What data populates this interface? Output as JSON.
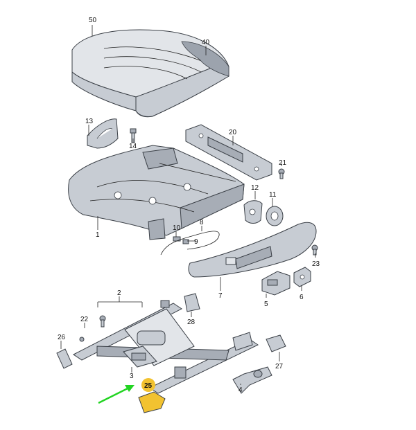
{
  "diagram": {
    "callouts": [
      {
        "key": "p50",
        "text": "50"
      },
      {
        "key": "p40",
        "text": "40"
      },
      {
        "key": "p13",
        "text": "13"
      },
      {
        "key": "p14",
        "text": "14"
      },
      {
        "key": "p20",
        "text": "20"
      },
      {
        "key": "p21",
        "text": "21"
      },
      {
        "key": "p12",
        "text": "12"
      },
      {
        "key": "p11",
        "text": "11"
      },
      {
        "key": "p1",
        "text": "1"
      },
      {
        "key": "p10",
        "text": "10"
      },
      {
        "key": "p8",
        "text": "8"
      },
      {
        "key": "p9",
        "text": "9"
      },
      {
        "key": "p23",
        "text": "23"
      },
      {
        "key": "p7",
        "text": "7"
      },
      {
        "key": "p5",
        "text": "5"
      },
      {
        "key": "p6",
        "text": "6"
      },
      {
        "key": "p2",
        "text": "2"
      },
      {
        "key": "p22",
        "text": "22"
      },
      {
        "key": "p28",
        "text": "28"
      },
      {
        "key": "p26",
        "text": "26"
      },
      {
        "key": "p3",
        "text": "3"
      },
      {
        "key": "p27",
        "text": "27"
      },
      {
        "key": "p4",
        "text": "4"
      },
      {
        "key": "p25",
        "text": "25"
      }
    ],
    "highlight": {
      "part": "25",
      "color": "#f2c230",
      "arrow_color": "#22d422"
    },
    "colors": {
      "part_fill": "#c7ccd3",
      "outline": "#3a3f46"
    }
  }
}
